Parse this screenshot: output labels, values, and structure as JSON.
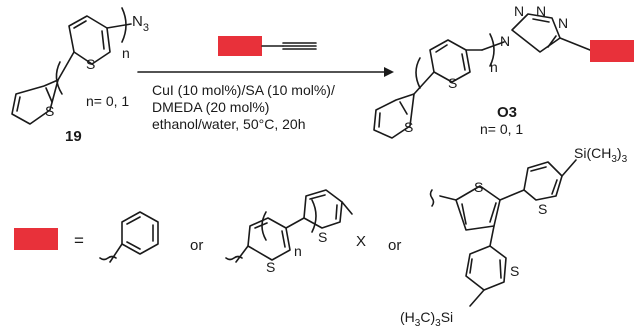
{
  "reaction": {
    "reactant": {
      "compound_number": "19",
      "azide_group": "N",
      "azide_subscript": "3",
      "repeat_index": "n",
      "n_values": "n= 0, 1",
      "ring_atom": "S"
    },
    "conditions": {
      "line1": "CuI (10 mol%)/SA (10 mol%)/",
      "line2": "DMEDA (20 mol%)",
      "line3": "ethanol/water, 50°C, 20h"
    },
    "product": {
      "compound_number": "O3",
      "repeat_index": "n",
      "n_values": "n= 0, 1",
      "triazole_atom": "N",
      "ring_atom": "S"
    }
  },
  "legend": {
    "equals": "=",
    "or_1": "or",
    "or_2": "or",
    "repeat_index": "n",
    "end_group": "X",
    "ring_atom": "S",
    "si_top": "Si(CH",
    "si_top_sub": "3",
    "si_top_close": ")",
    "si_top_sub2": "3",
    "si_bottom_open": "(H",
    "si_bottom_c": "C)",
    "si_bottom_si": "Si",
    "si_bottom_sub1": "3",
    "si_bottom_sub2": "3"
  },
  "colors": {
    "placeholder_block": "#e8313a",
    "ink": "#1a1a1a"
  }
}
